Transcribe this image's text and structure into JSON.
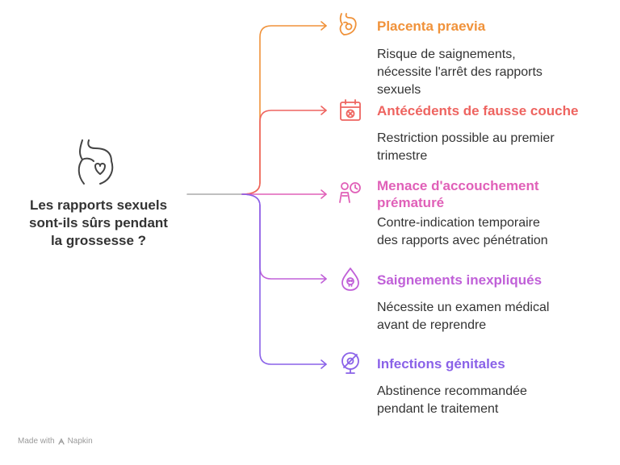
{
  "central": {
    "question": "Les rapports sexuels\nsont-ils sûrs pendant\nla grossesse ?",
    "icon": "pregnant-belly-heart-icon",
    "color": "#444444"
  },
  "branches": [
    {
      "title": "Placenta praevia",
      "description": "Risque de saignements,\nnécessite l'arrêt des rapports\nsexuels",
      "color": "#F0923A",
      "icon": "placenta-icon"
    },
    {
      "title": "Antécédents de fausse couche",
      "description": "Restriction possible au premier\ntrimestre",
      "color": "#EE6460",
      "icon": "calendar-cancel-icon"
    },
    {
      "title": "Menace d'accouchement\nprématuré",
      "description": "Contre-indication temporaire\ndes rapports avec pénétration",
      "color": "#E060B8",
      "icon": "baby-clock-icon"
    },
    {
      "title": "Saignements inexpliqués",
      "description": "Nécessite un examen médical\navant de reprendre",
      "color": "#C060D8",
      "icon": "blood-drop-skull-icon"
    },
    {
      "title": "Infections génitales",
      "description": "Abstinence recommandée\npendant le traitement",
      "color": "#8A62E8",
      "icon": "no-microbe-icon"
    }
  ],
  "footer": {
    "prefix": "Made with",
    "brand": "Napkin",
    "icon": "napkin-logo-icon"
  }
}
